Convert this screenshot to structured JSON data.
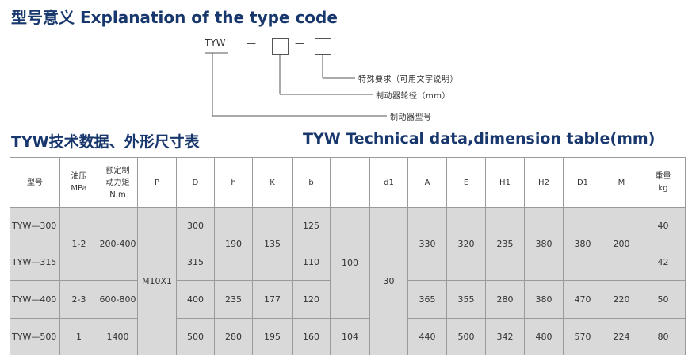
{
  "title": "型号意义 Explanation of the type code",
  "type_code": {
    "prefix": "TYW",
    "dash": "—",
    "legend": [
      "特殊要求（可用文字说明）",
      "制动器轮径（mm）",
      "制动器型号"
    ]
  },
  "table_title_cn": "TYW技术数据、外形尺寸表",
  "table_title_en": "TYW Technical data,dimension table(mm)",
  "table": {
    "headers": {
      "model": "型号",
      "oil_pressure": [
        "油压",
        "MPa"
      ],
      "torque": [
        "额定制",
        "动力矩",
        "N.m"
      ],
      "P": "P",
      "D": "D",
      "h": "h",
      "K": "K",
      "b": "b",
      "i": "i",
      "d1": "d1",
      "A": "A",
      "E": "E",
      "H1": "H1",
      "H2": "H2",
      "D1": "D1",
      "M": "M",
      "weight": [
        "重量",
        "kg"
      ]
    },
    "rows": [
      {
        "model": "TYW—300",
        "D": "300",
        "b": "125",
        "weight": "40"
      },
      {
        "model": "TYW—315",
        "D": "315",
        "b": "110",
        "weight": "42"
      },
      {
        "model": "TYW—400",
        "oil_pressure": "2-3",
        "torque": "600-800",
        "D": "400",
        "h": "235",
        "K": "177",
        "b": "120",
        "A": "365",
        "E": "355",
        "H1": "280",
        "H2": "380",
        "D1": "470",
        "M": "220",
        "weight": "50"
      },
      {
        "model": "TYW—500",
        "oil_pressure": "1",
        "torque": "1400",
        "D": "500",
        "h": "280",
        "K": "195",
        "b": "160",
        "i": "104",
        "A": "440",
        "E": "500",
        "H1": "342",
        "H2": "480",
        "D1": "570",
        "M": "224",
        "weight": "80"
      }
    ],
    "group_300_315": {
      "oil_pressure": "1-2",
      "torque": "200-400",
      "h": "190",
      "K": "135",
      "i": "100",
      "A": "330",
      "E": "320",
      "H1": "235",
      "H2": "380",
      "D1": "380",
      "M": "200"
    },
    "P_all": "M10X1",
    "d1_all": "30"
  }
}
